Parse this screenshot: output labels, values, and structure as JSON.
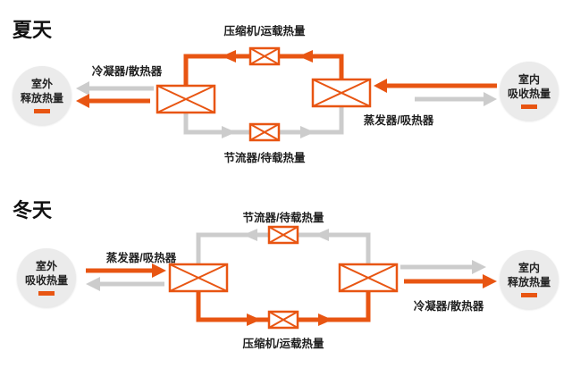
{
  "colors": {
    "hot": "#e85512",
    "cold": "#cccccc",
    "circle_fill": "#ebebeb",
    "text": "#1f1f1f"
  },
  "summer": {
    "title": "夏天",
    "outdoor_circle": {
      "line1": "室外",
      "line2": "释放热量"
    },
    "indoor_circle": {
      "line1": "室内",
      "line2": "吸收热量"
    },
    "compressor_label": "压缩机/运载热量",
    "condenser_label": "冷凝器/散热器",
    "evaporator_label": "蒸发器/吸热器",
    "throttle_label": "节流器/待载热量"
  },
  "winter": {
    "title": "冬天",
    "outdoor_circle": {
      "line1": "室外",
      "line2": "吸收热量"
    },
    "indoor_circle": {
      "line1": "室内",
      "line2": "释放热量"
    },
    "throttle_label": "节流器/待载热量",
    "evaporator_label": "蒸发器/吸热器",
    "condenser_label": "冷凝器/散热器",
    "compressor_label": "压缩机/运载热量"
  }
}
